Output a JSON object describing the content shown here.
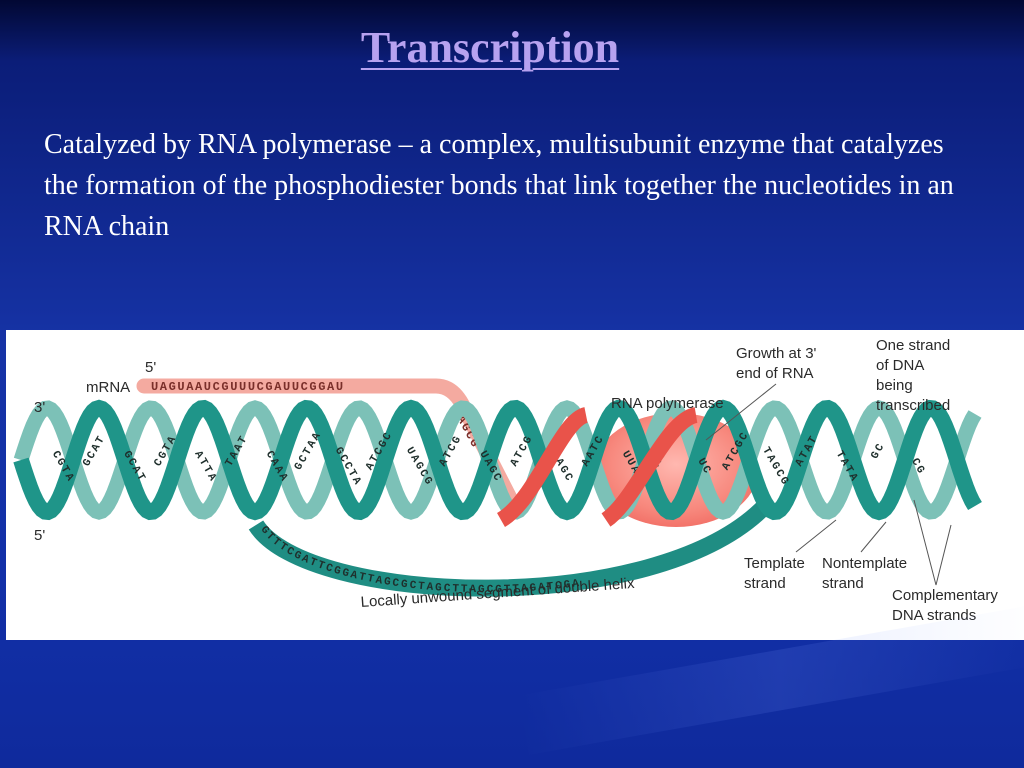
{
  "slide": {
    "title": "Transcription",
    "body": "Catalyzed by RNA polymerase – a complex, multisubunit enzyme that catalyzes the formation of the phosphodiester bonds that link together the nucleotides in an RNA chain"
  },
  "figure": {
    "labels": {
      "five_prime_top": "5'",
      "mrna": "mRNA",
      "three_prime": "3'",
      "five_prime_left": "5'",
      "growth": "Growth at 3'",
      "growth2": "end of RNA",
      "polymerase": "RNA polymerase",
      "one_strand_1": "One strand",
      "one_strand_2": "of DNA",
      "one_strand_3": "being",
      "one_strand_4": "transcribed",
      "template_1": "Template",
      "template_2": "strand",
      "nontemplate_1": "Nontemplate",
      "nontemplate_2": "strand",
      "complementary_1": "Complementary",
      "complementary_2": "DNA strands",
      "unwound": "Locally unwound segment of double helix"
    },
    "mrna_sequence": "UAGUAAUCGUUUCGAUUCGGAU",
    "mrna_tail": "UAGCG",
    "unwound_sequence": "GTTTCGATTCGGATTAGCGCTAGCTTAGCGTTAGATCGA",
    "helix_letters": [
      "CGTA",
      "GCAT",
      "GCAT",
      "CGTA",
      "ATTA",
      "TAAT",
      "CAAA",
      "GCTAA",
      "GCCTA",
      "ATCGC",
      "UAGCG",
      "ATCG",
      "UAGC",
      "ATCG",
      "UAGC",
      "AATC",
      "UUAG",
      "AGCT",
      "UC",
      "ATCGC",
      "TAGCG",
      "ATAT",
      "TATA",
      "GC",
      "CG"
    ]
  }
}
